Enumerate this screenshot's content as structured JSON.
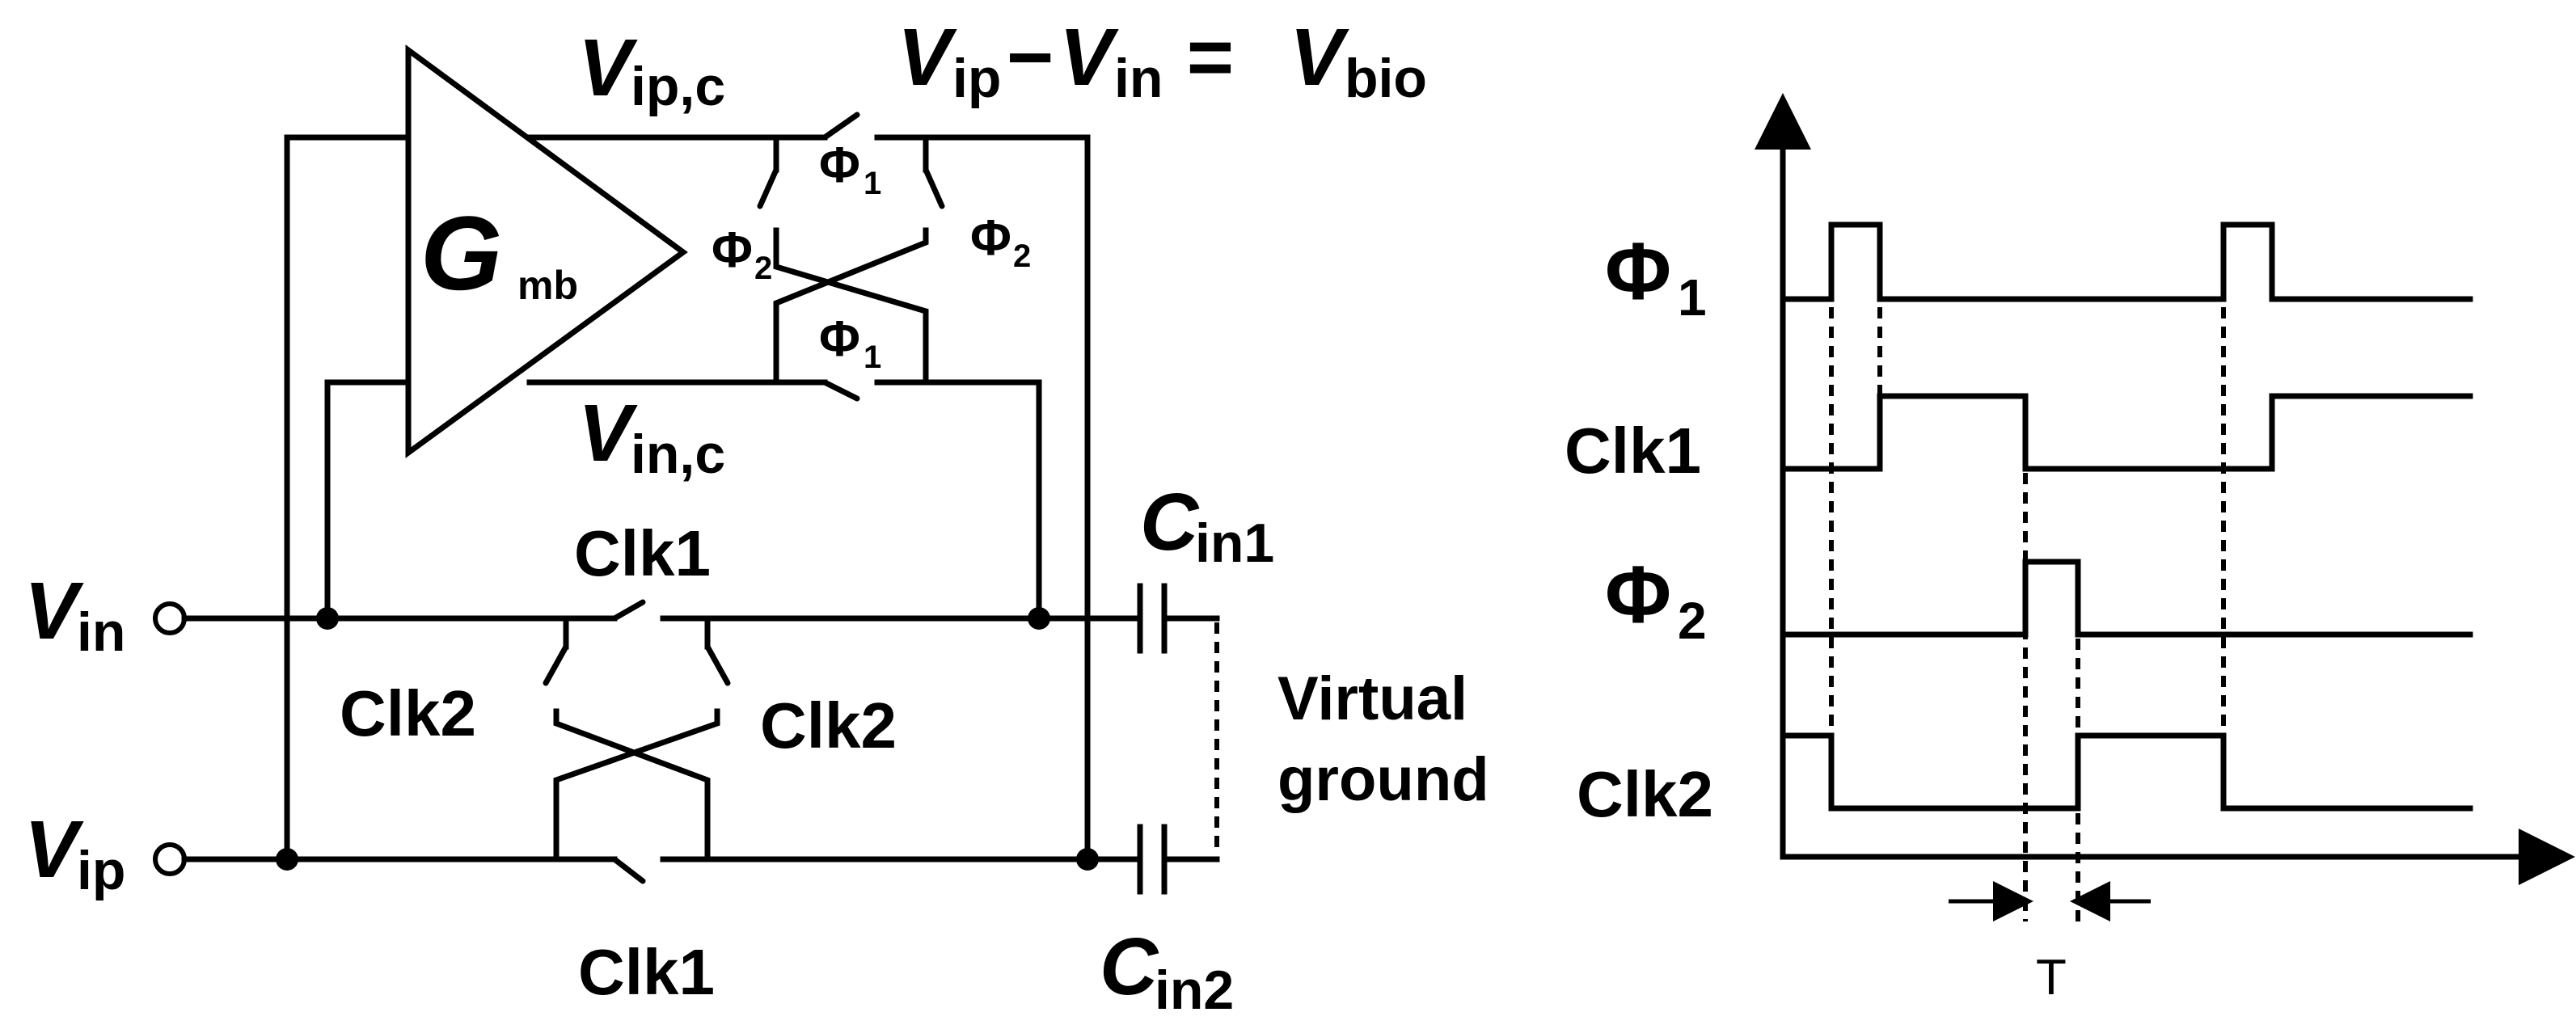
{
  "circuit": {
    "amp_main": "G",
    "amp_sub": "mb",
    "vipc_main": "V",
    "vipc_sub": "ip,c",
    "vinc_main": "V",
    "vinc_sub": "in,c",
    "eq_v1": "V",
    "eq_s1": "ip",
    "eq_minus": "−",
    "eq_v2": "V",
    "eq_s2": "in",
    "eq_equals": " = ",
    "eq_v3": "V",
    "eq_s3": "bio",
    "phi_glyph": "Φ",
    "phi1_sub": "1",
    "phi2_sub": "2",
    "clk1": "Clk1",
    "clk2": "Clk2",
    "vin_main": "V",
    "vin_sub": "in",
    "vip_main": "V",
    "vip_sub": "ip",
    "cin1_main": "C",
    "cin1_sub": "in1",
    "cin2_main": "C",
    "cin2_sub": "in2",
    "virtual_ground_line1": "Virtual",
    "virtual_ground_line2": "ground"
  },
  "timing": {
    "phi1_sub": "1",
    "phi2_sub": "2",
    "phi_glyph": "Φ",
    "clk1": "Clk1",
    "clk2": "Clk2",
    "period_label": "T"
  }
}
